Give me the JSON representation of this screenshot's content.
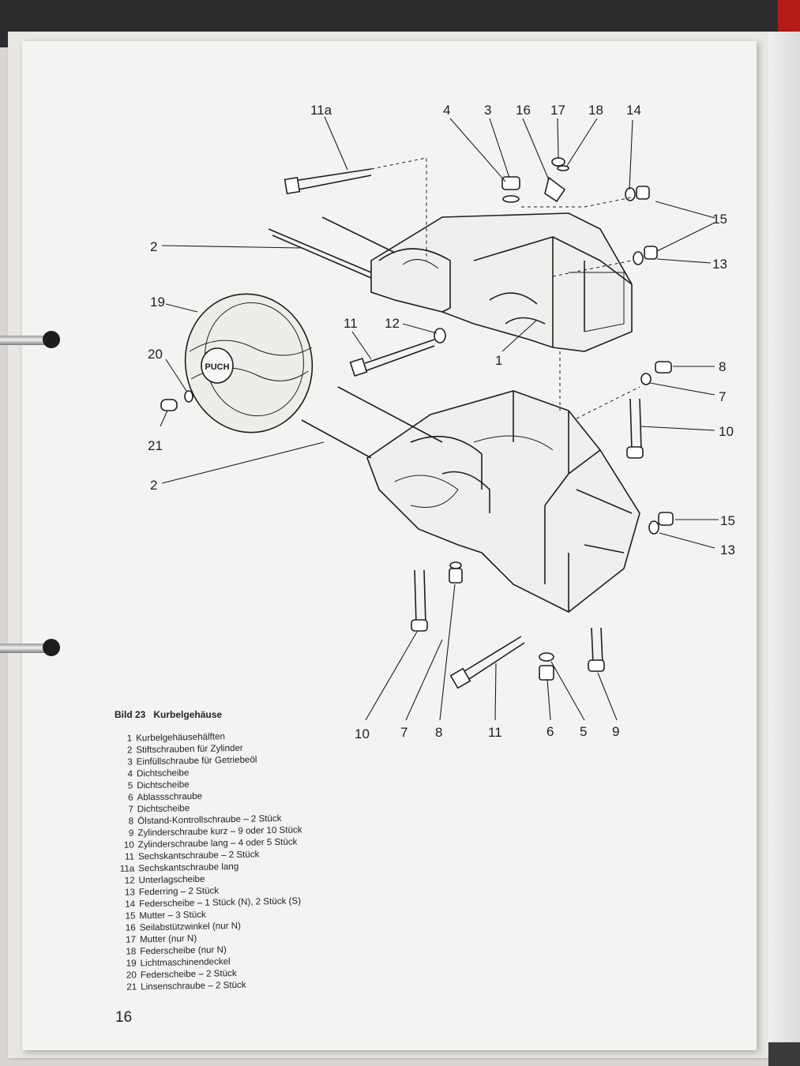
{
  "figure": {
    "number": "Bild 23",
    "title": "Kurbelgehäuse",
    "callouts": [
      "11a",
      "4",
      "3",
      "16",
      "17",
      "18",
      "14",
      "2",
      "15",
      "13",
      "19",
      "11",
      "12",
      "1",
      "20",
      "8",
      "7",
      "21",
      "10",
      "2",
      "15",
      "13",
      "10",
      "7",
      "8",
      "11",
      "6",
      "5",
      "9"
    ],
    "brand_logo_text": "PUCH"
  },
  "parts": [
    {
      "no": "1",
      "text": "Kurbelgehäusehälften"
    },
    {
      "no": "2",
      "text": "Stiftschrauben für Zylinder"
    },
    {
      "no": "3",
      "text": "Einfüllschraube für Getriebeöl"
    },
    {
      "no": "4",
      "text": "Dichtscheibe"
    },
    {
      "no": "5",
      "text": "Dichtscheibe"
    },
    {
      "no": "6",
      "text": "Ablassschraube"
    },
    {
      "no": "7",
      "text": "Dichtscheibe"
    },
    {
      "no": "8",
      "text": "Ölstand-Kontrollschraube – 2 Stück"
    },
    {
      "no": "9",
      "text": "Zylinderschraube kurz – 9 oder 10 Stück"
    },
    {
      "no": "10",
      "text": "Zylinderschraube lang – 4 oder 5 Stück"
    },
    {
      "no": "11",
      "text": "Sechskantschraube – 2 Stück"
    },
    {
      "no": "11a",
      "text": "Sechskantschraube lang"
    },
    {
      "no": "12",
      "text": "Unterlagscheibe"
    },
    {
      "no": "13",
      "text": "Federring – 2 Stück"
    },
    {
      "no": "14",
      "text": "Federscheibe – 1 Stück (N), 2 Stück (S)"
    },
    {
      "no": "15",
      "text": "Mutter – 3 Stück"
    },
    {
      "no": "16",
      "text": "Seilabstützwinkel (nur N)"
    },
    {
      "no": "17",
      "text": "Mutter (nur N)"
    },
    {
      "no": "18",
      "text": "Federscheibe (nur N)"
    },
    {
      "no": "19",
      "text": "Lichtmaschinendeckel"
    },
    {
      "no": "20",
      "text": "Federscheibe – 2 Stück"
    },
    {
      "no": "21",
      "text": "Linsenschraube – 2 Stück"
    }
  ],
  "page_number": "16"
}
